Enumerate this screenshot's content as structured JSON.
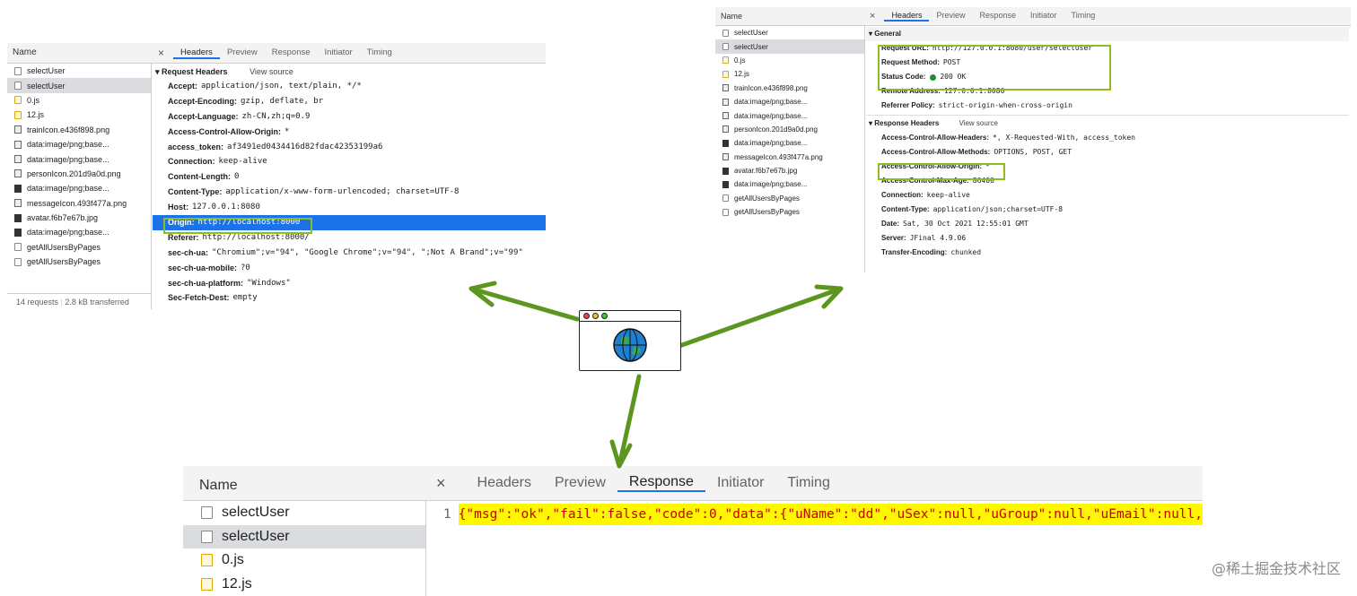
{
  "panel_left": {
    "name_header": "Name",
    "files": [
      {
        "name": "selectUser",
        "icon": "doc"
      },
      {
        "name": "selectUser",
        "icon": "doc",
        "selected": true
      },
      {
        "name": "0.js",
        "icon": "js"
      },
      {
        "name": "12.js",
        "icon": "js"
      },
      {
        "name": "trainIcon.e436f898.png",
        "icon": "img"
      },
      {
        "name": "data:image/png;base...",
        "icon": "img"
      },
      {
        "name": "data:image/png;base...",
        "icon": "img"
      },
      {
        "name": "personIcon.201d9a0d.png",
        "icon": "img"
      },
      {
        "name": "data:image/png;base...",
        "icon": "imgd"
      },
      {
        "name": "messageIcon.493f477a.png",
        "icon": "img"
      },
      {
        "name": "avatar.f6b7e67b.jpg",
        "icon": "imgd"
      },
      {
        "name": "data:image/png;base...",
        "icon": "imgd"
      },
      {
        "name": "getAllUsersByPages",
        "icon": "doc"
      },
      {
        "name": "getAllUsersByPages",
        "icon": "doc"
      }
    ],
    "footer_requests": "14 requests",
    "footer_transferred": "2.8 kB transferred",
    "close": "×",
    "tabs": [
      "Headers",
      "Preview",
      "Response",
      "Initiator",
      "Timing"
    ],
    "active_tab": "Headers",
    "section_title": "▾ Request Headers",
    "view_source": "View source",
    "headers": [
      {
        "k": "Accept:",
        "v": "application/json, text/plain, */*"
      },
      {
        "k": "Accept-Encoding:",
        "v": "gzip, deflate, br"
      },
      {
        "k": "Accept-Language:",
        "v": "zh-CN,zh;q=0.9"
      },
      {
        "k": "Access-Control-Allow-Origin:",
        "v": "*"
      },
      {
        "k": "access_token:",
        "v": "af3491ed0434416d82fdac42353199a6"
      },
      {
        "k": "Connection:",
        "v": "keep-alive"
      },
      {
        "k": "Content-Length:",
        "v": "0"
      },
      {
        "k": "Content-Type:",
        "v": "application/x-www-form-urlencoded; charset=UTF-8"
      },
      {
        "k": "Host:",
        "v": "127.0.0.1:8080"
      },
      {
        "k": "Origin:",
        "v": "http://localhost:8000",
        "highlight": true
      },
      {
        "k": "Referer:",
        "v": "http://localhost:8000/"
      },
      {
        "k": "sec-ch-ua:",
        "v": "\"Chromium\";v=\"94\", \"Google Chrome\";v=\"94\", \";Not A Brand\";v=\"99\""
      },
      {
        "k": "sec-ch-ua-mobile:",
        "v": "?0"
      },
      {
        "k": "sec-ch-ua-platform:",
        "v": "\"Windows\""
      },
      {
        "k": "Sec-Fetch-Dest:",
        "v": "empty"
      }
    ]
  },
  "panel_right": {
    "name_header": "Name",
    "files": [
      {
        "name": "selectUser",
        "icon": "doc"
      },
      {
        "name": "selectUser",
        "icon": "doc",
        "selected": true
      },
      {
        "name": "0.js",
        "icon": "js"
      },
      {
        "name": "12.js",
        "icon": "js"
      },
      {
        "name": "trainIcon.e436f898.png",
        "icon": "img"
      },
      {
        "name": "data:image/png;base...",
        "icon": "img"
      },
      {
        "name": "data:image/png;base...",
        "icon": "img"
      },
      {
        "name": "personIcon.201d9a0d.png",
        "icon": "img"
      },
      {
        "name": "data:image/png;base...",
        "icon": "imgd"
      },
      {
        "name": "messageIcon.493f477a.png",
        "icon": "img"
      },
      {
        "name": "avatar.f6b7e67b.jpg",
        "icon": "imgd"
      },
      {
        "name": "data:image/png;base...",
        "icon": "imgd"
      },
      {
        "name": "getAllUsersByPages",
        "icon": "doc"
      },
      {
        "name": "getAllUsersByPages",
        "icon": "doc"
      }
    ],
    "close": "×",
    "tabs": [
      "Headers",
      "Preview",
      "Response",
      "Initiator",
      "Timing"
    ],
    "active_tab": "Headers",
    "general_title": "▾ General",
    "general": [
      {
        "k": "Request URL:",
        "v": "http://127.0.0.1:8080/user/selectUser"
      },
      {
        "k": "Request Method:",
        "v": "POST"
      },
      {
        "k": "Status Code:",
        "v": "200 OK",
        "dot": true
      },
      {
        "k": "Remote Address:",
        "v": "127.0.0.1:8080"
      },
      {
        "k": "Referrer Policy:",
        "v": "strict-origin-when-cross-origin"
      }
    ],
    "response_title": "▾ Response Headers",
    "view_source": "View source",
    "response": [
      {
        "k": "Access-Control-Allow-Headers:",
        "v": "*, X-Requested-With, access_token"
      },
      {
        "k": "Access-Control-Allow-Methods:",
        "v": "OPTIONS, POST, GET"
      },
      {
        "k": "Access-Control-Allow-Origin:",
        "v": "*"
      },
      {
        "k": "Access-Control-Max-Age:",
        "v": "86400"
      },
      {
        "k": "Connection:",
        "v": "keep-alive"
      },
      {
        "k": "Content-Type:",
        "v": "application/json;charset=UTF-8"
      },
      {
        "k": "Date:",
        "v": "Sat, 30 Oct 2021 12:55:01 GMT"
      },
      {
        "k": "Server:",
        "v": "JFinal 4.9.06"
      },
      {
        "k": "Transfer-Encoding:",
        "v": "chunked"
      }
    ]
  },
  "panel_bottom": {
    "name_header": "Name",
    "files": [
      {
        "name": "selectUser",
        "icon": "doc"
      },
      {
        "name": "selectUser",
        "icon": "doc",
        "selected": true
      },
      {
        "name": "0.js",
        "icon": "js"
      },
      {
        "name": "12.js",
        "icon": "js"
      }
    ],
    "close": "×",
    "tabs": [
      "Headers",
      "Preview",
      "Response",
      "Initiator",
      "Timing"
    ],
    "active_tab": "Response",
    "line_number": "1",
    "response_body": "{\"msg\":\"ok\",\"fail\":false,\"code\":0,\"data\":{\"uName\":\"dd\",\"uSex\":null,\"uGroup\":null,\"uEmail\":null,"
  },
  "colors": {
    "arrow": "#5c961f",
    "highlight_box": "#8fbc1e",
    "selected_row": "#1a73e8",
    "json_highlight": "#fff700",
    "globe": "#1f7fd0"
  },
  "watermark": "@稀土掘金技术社区"
}
